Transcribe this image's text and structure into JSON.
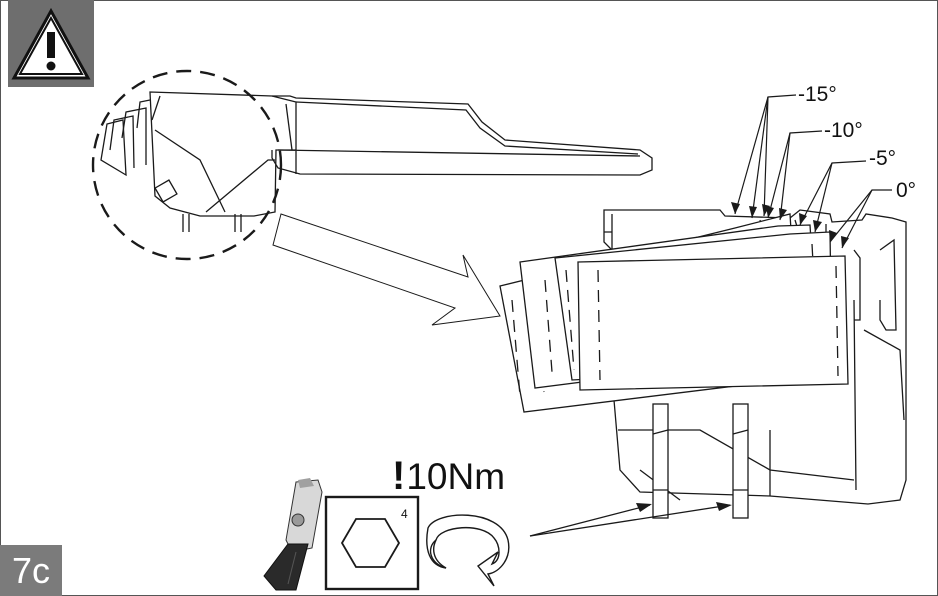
{
  "step": {
    "label": "7c"
  },
  "angles": {
    "minus15": "-15°",
    "minus10": "-10°",
    "minus5": "-5°",
    "zero": "0°"
  },
  "torque": {
    "mark": "!",
    "value": "10Nm"
  },
  "hex_key": {
    "size": "4"
  },
  "colors": {
    "badge_gray": "#7b7b7b",
    "warning_gray": "#6e6e6e",
    "line": "#1a1a1a"
  }
}
